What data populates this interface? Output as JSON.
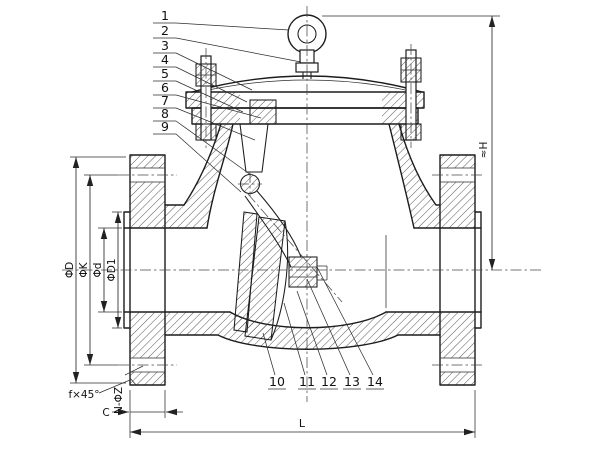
{
  "drawing": {
    "subject": "swing-check-valve-sectional-drawing",
    "colors": {
      "line": "#1c1c1c",
      "background": "#ffffff"
    },
    "callouts_top": [
      "1",
      "2",
      "3",
      "4",
      "5",
      "6",
      "7",
      "8",
      "9"
    ],
    "callouts_bottom": [
      "10",
      "11",
      "12",
      "13",
      "14"
    ],
    "dims": {
      "flange_od": "ΦD",
      "bolt_circle": "ΦK",
      "bore": "Φd",
      "raised_face": "ΦD1",
      "height": "≈H",
      "length": "L",
      "chamfer": "f×45°",
      "flange_thickness": "C",
      "bolt_holes": "N-ΦZ"
    }
  }
}
